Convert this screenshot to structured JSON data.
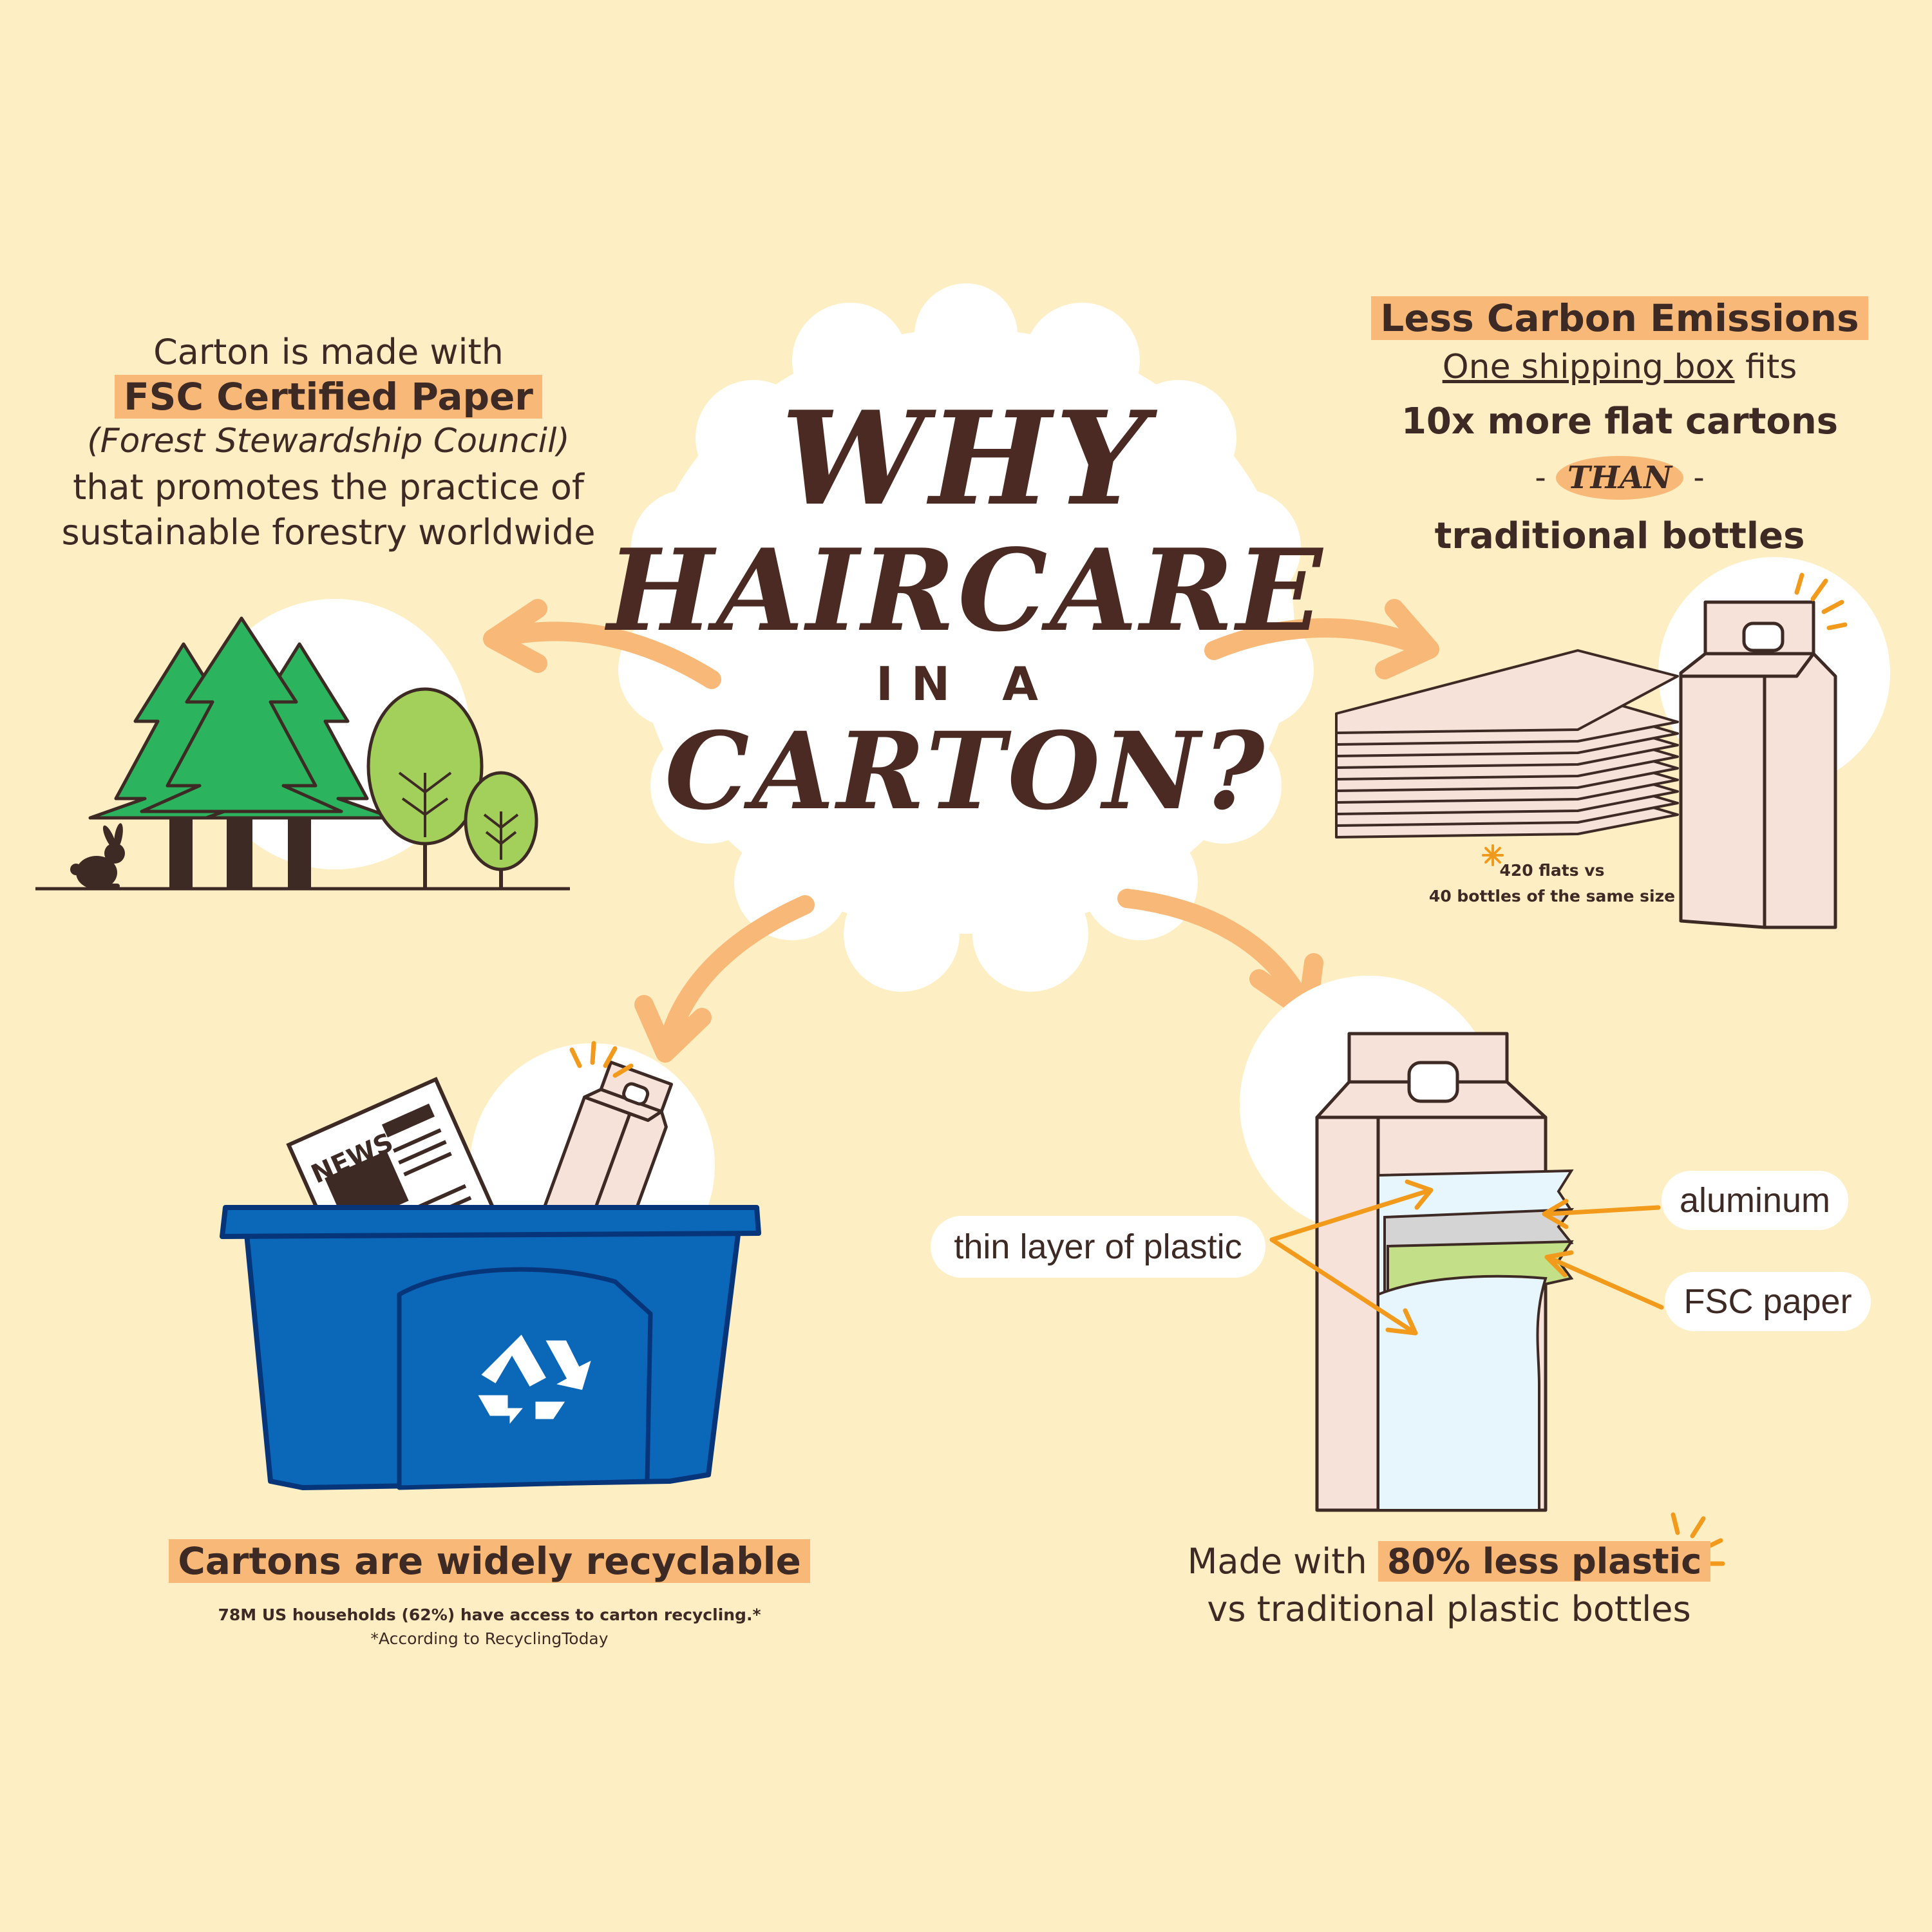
{
  "title": {
    "line1": "WHY",
    "line2": "HAIRCARE",
    "line3": "IN A",
    "line4": "CARTON?"
  },
  "fsc_section": {
    "line1": "Carton is made with",
    "highlight": "FSC Certified Paper",
    "line3": "(Forest Stewardship Council)",
    "line4": "that promotes the practice of",
    "line5": "sustainable forestry worldwide"
  },
  "carbon_section": {
    "heading": "Less Carbon Emissions",
    "line2_underlined": "One shipping box",
    "line2_rest": "fits",
    "line3": "10x more flat cartons",
    "than": "THAN",
    "line5": "traditional bottles",
    "note_line1": "420 flats vs",
    "note_line2": "40 bottles of the same size"
  },
  "recycle_section": {
    "heading": "Cartons are widely recyclable",
    "stat": "78M US households (62%)  have access to carton recycling.*",
    "source": "*According to RecyclingToday",
    "news_label": "NEWS"
  },
  "plastic_section": {
    "prefix": "Made with",
    "highlight": "80% less plastic",
    "line2": "vs traditional plastic bottles",
    "label_plastic": "thin layer of plastic",
    "label_aluminum": "aluminum",
    "label_paper": "FSC paper"
  },
  "colors": {
    "background": "#fdefc3",
    "highlight": "#f8b877",
    "arrow": "#f8b877",
    "label_arrow": "#f29a1c",
    "text": "#3e2a24",
    "bin_blue": "#0b67b8",
    "tree_dark": "#2bb35e",
    "tree_light": "#a3d05a",
    "carton": "#f6e2d8"
  }
}
